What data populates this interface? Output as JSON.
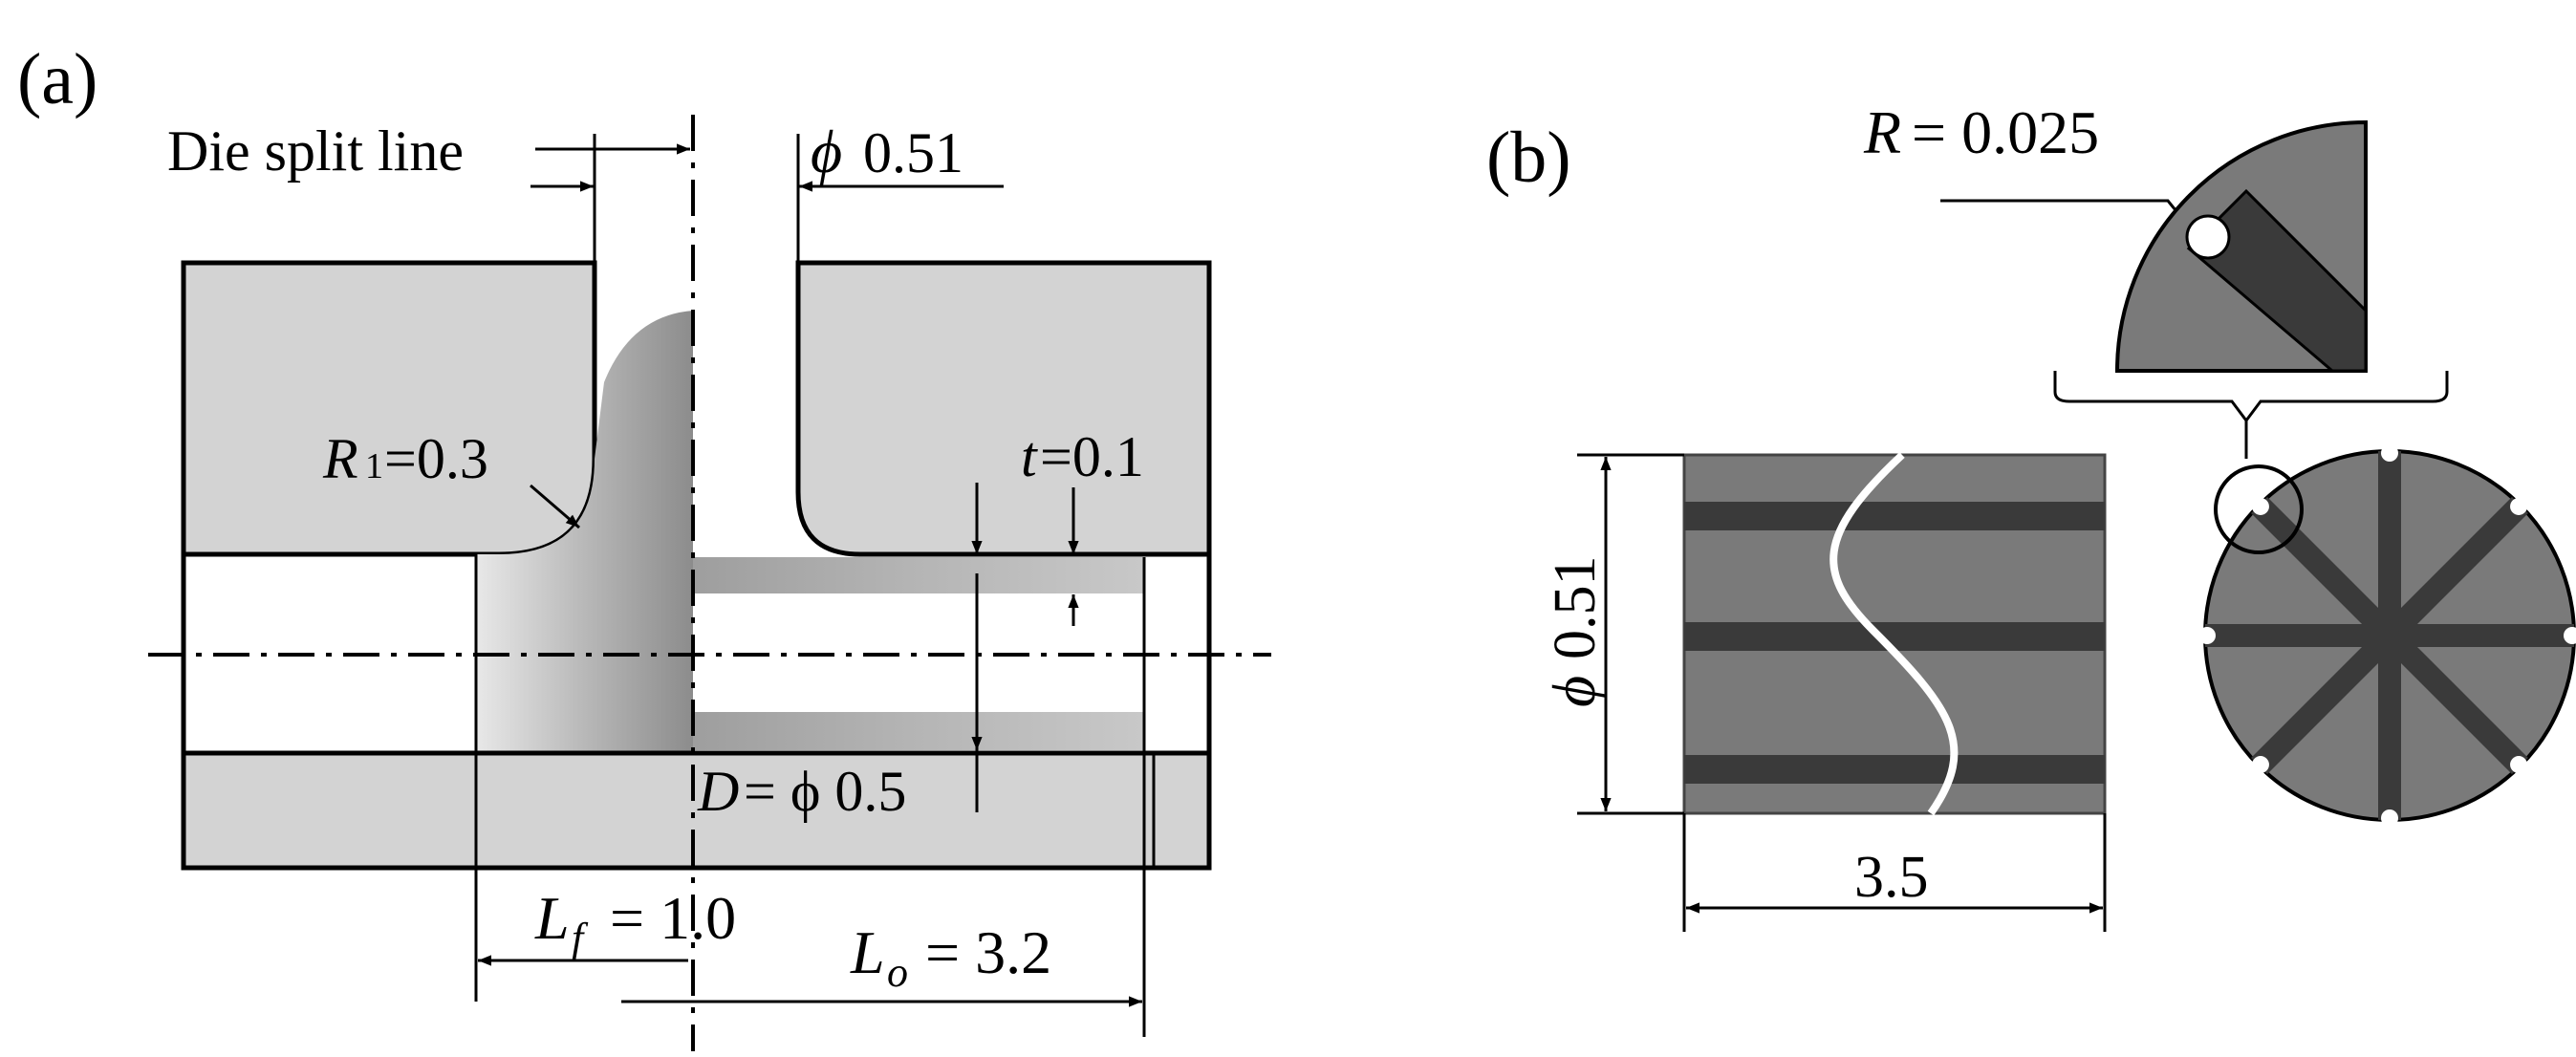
{
  "colors": {
    "die_fill": "#d3d3d3",
    "part_dark": "#5a5a5a",
    "groove_dark": "#333333",
    "line": "#000000",
    "background": "#ffffff"
  },
  "panel_a": {
    "panel_label": "(a)",
    "die_split_line": "Die split line",
    "phi_symbol": "ϕ",
    "top_diameter": "0.51",
    "r1_label": "R",
    "r1_sub": "1",
    "r1_value": "=0.3",
    "t_label": "t",
    "t_value": "=0.1",
    "d_label": "D",
    "d_value": "= ϕ 0.5",
    "lf_label": "L",
    "lf_sub": "f",
    "lf_value": "= 1.0",
    "lo_label": "L",
    "lo_sub": "o",
    "lo_value": "= 3.2"
  },
  "panel_b": {
    "panel_label": "(b)",
    "r_label": "R",
    "r_value": "= 0.025",
    "phi_symbol": "ϕ",
    "side_diameter": "0.51",
    "length": "3.5"
  }
}
